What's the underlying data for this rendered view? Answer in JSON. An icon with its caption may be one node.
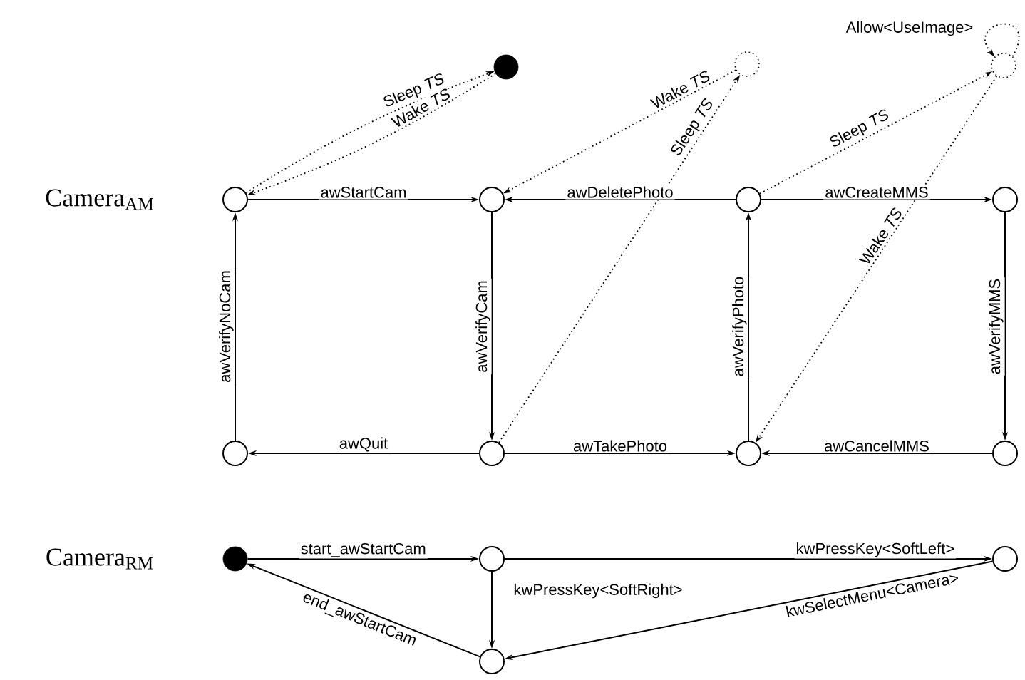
{
  "diagram": {
    "nodes": [
      {
        "text": [],
        "shape": "circle"
      },
      {
        "text": [],
        "shape": "circle"
      },
      {
        "text": [],
        "shape": "circle"
      },
      {
        "text": [],
        "shape": "circle"
      },
      {
        "text": [],
        "shape": "circle"
      },
      {
        "text": [],
        "shape": "circle"
      },
      {
        "text": [],
        "shape": "circle"
      },
      {
        "text": [],
        "shape": "circle"
      },
      {
        "text": [],
        "shape": "circle"
      },
      {
        "text": [],
        "shape": "circle"
      },
      {
        "text": [],
        "shape": "circle"
      },
      {
        "text": [],
        "shape": "circle"
      },
      {
        "text": [],
        "shape": "circle"
      },
      {
        "text": [],
        "shape": "circle"
      },
      {
        "text": [],
        "shape": "circle"
      }
    ],
    "edges": [
      {
        "from": 0,
        "to": 8,
        "arrow": "to",
        "label": "Sleep *TS*",
        "style": "dashed"
      },
      {
        "from": 8,
        "to": 0,
        "arrow": "to",
        "label": "Wake *TS*",
        "style": "dashed"
      },
      {
        "from": 9,
        "to": 1,
        "arrow": "to",
        "label": "Wake *TS*",
        "style": "dashed"
      },
      {
        "from": 5,
        "to": 9,
        "arrow": "to",
        "label": "Sleep *TS*",
        "style": "dashed"
      },
      {
        "from": 10,
        "to": 10,
        "arrow": "to",
        "label": "Allow<UseImage>",
        "style": "dashed"
      },
      {
        "from": 2,
        "to": 10,
        "arrow": "to",
        "label": "Sleep *TS*",
        "style": "dashed"
      },
      {
        "from": 10,
        "to": 6,
        "arrow": "to",
        "label": "Wake *TS*",
        "style": "dashed"
      },
      {
        "from": 0,
        "to": 1,
        "arrow": "to",
        "label": "awStartCam"
      },
      {
        "from": 2,
        "to": 1,
        "arrow": "to",
        "label": "awDeletePhoto"
      },
      {
        "from": 2,
        "to": 3,
        "arrow": "to",
        "label": "awCreateMMS"
      },
      {
        "from": 4,
        "to": 0,
        "arrow": "to",
        "label": "awVerifyNoCam"
      },
      {
        "from": 1,
        "to": 5,
        "arrow": "to",
        "label": "awVerifyCam"
      },
      {
        "from": 6,
        "to": 2,
        "arrow": "to",
        "label": "awVerifyPhoto"
      },
      {
        "from": 3,
        "to": 7,
        "arrow": "to",
        "label": "awVerifyMMS"
      },
      {
        "from": 5,
        "to": 4,
        "arrow": "to",
        "label": "awQuit"
      },
      {
        "from": 5,
        "to": 6,
        "arrow": "to",
        "label": "awTakePhoto"
      },
      {
        "from": 7,
        "to": 6,
        "arrow": "to",
        "label": "awCancelMMS"
      },
      {
        "from": 11,
        "to": 12,
        "arrow": "to",
        "label": "start_awStartCam"
      },
      {
        "from": 12,
        "to": 13,
        "arrow": "to",
        "label": "kwPressKey<SoftLeft>"
      },
      {
        "from": 12,
        "to": 14,
        "arrow": "to",
        "label": "kwPressKey<SoftRight>"
      },
      {
        "from": 13,
        "to": 14,
        "arrow": "to",
        "label": "kwSelectMenu<Camera>"
      },
      {
        "from": 14,
        "to": 11,
        "arrow": "to",
        "label": "end_awStartCam"
      }
    ],
    "labels": [
      "Camera$_{AM}$",
      "Camera$_{RM}$"
    ]
  }
}
